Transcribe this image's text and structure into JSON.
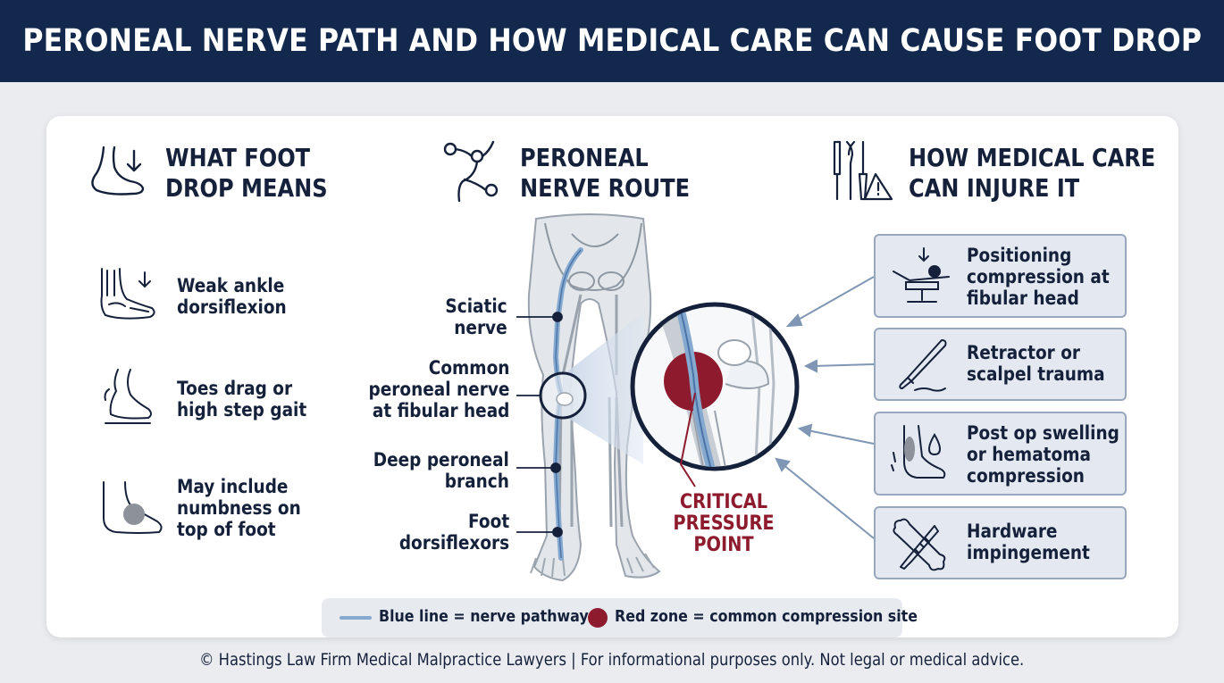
{
  "header": {
    "title": "PERONEAL NERVE PATH AND HOW MEDICAL CARE CAN CAUSE FOOT DROP"
  },
  "columns": {
    "foot_drop": {
      "title_line1": "WHAT FOOT",
      "title_line2": "DROP MEANS",
      "icon": "foot-drop-icon",
      "items": [
        {
          "icon": "ankle-bones-icon",
          "line1": "Weak ankle",
          "line2": "dorsiflexion",
          "line3": ""
        },
        {
          "icon": "toe-drag-foot-icon",
          "line1": "Toes drag or",
          "line2": "high step gait",
          "line3": ""
        },
        {
          "icon": "numb-foot-icon",
          "line1": "May include",
          "line2": "numbness on",
          "line3": "top of foot"
        }
      ]
    },
    "nerve_route": {
      "title_line1": "PERONEAL",
      "title_line2": "NERVE ROUTE",
      "icon": "nerve-route-icon",
      "labels": [
        {
          "line1": "Sciatic",
          "line2": "nerve",
          "line3": ""
        },
        {
          "line1": "Common",
          "line2": "peroneal nerve",
          "line3": "at fibular head"
        },
        {
          "line1": "Deep peroneal",
          "line2": "branch",
          "line3": ""
        },
        {
          "line1": "Foot",
          "line2": "dorsiflexors",
          "line3": ""
        }
      ],
      "critical_line1": "CRITICAL",
      "critical_line2": "PRESSURE",
      "critical_line3": "POINT"
    },
    "medical_care": {
      "title_line1": "HOW MEDICAL CARE",
      "title_line2": "CAN INJURE IT",
      "icon": "surgical-tools-warning-icon",
      "items": [
        {
          "icon": "surgical-table-icon",
          "line1": "Positioning",
          "line2": "compression at",
          "line3": "fibular head"
        },
        {
          "icon": "scalpel-icon",
          "line1": "Retractor or",
          "line2": "scalpel trauma",
          "line3": ""
        },
        {
          "icon": "swelling-droplet-icon",
          "line1": "Post op swelling",
          "line2": "or hematoma",
          "line3": "compression"
        },
        {
          "icon": "bone-screw-icon",
          "line1": "Hardware",
          "line2": "impingement",
          "line3": ""
        }
      ]
    }
  },
  "legend": {
    "nerve_text": "Blue line = nerve pathway",
    "zone_text": "Red zone = common compression site"
  },
  "colors": {
    "navy": "#12294d",
    "nerve_blue": "#86a9cf",
    "critical_red": "#8e1b2d",
    "box_fill": "#e4e9f1"
  },
  "footer": {
    "text": "© Hastings Law Firm Medical Malpractice Lawyers | For informational purposes only. Not legal or medical advice."
  }
}
